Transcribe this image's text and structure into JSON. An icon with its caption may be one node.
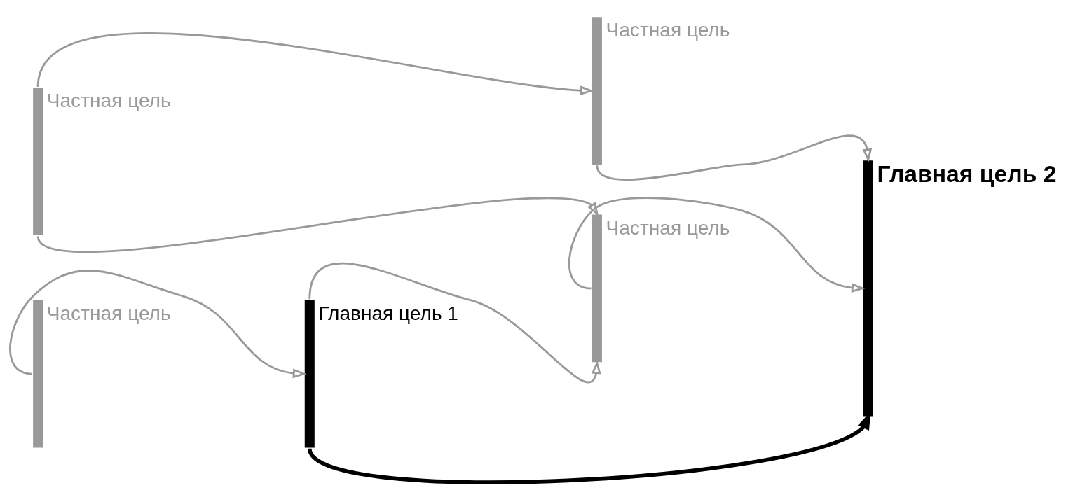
{
  "diagram": {
    "nodes": [
      {
        "text": [
          "Частная цель"
        ]
      },
      {
        "text": [
          "Частная цель"
        ]
      },
      {
        "text": [
          "Главная цель 2"
        ]
      },
      {
        "text": [
          "Частная цель"
        ]
      },
      {
        "text": [
          "Главная цель 1"
        ]
      },
      {
        "text": [
          "Частная цель"
        ]
      }
    ],
    "edges": [
      {
        "from": 0,
        "to": 1,
        "arrow": "to"
      },
      {
        "from": 0,
        "to": 3,
        "arrow": "to"
      },
      {
        "from": 1,
        "to": 2,
        "arrow": "to"
      },
      {
        "from": 3,
        "to": 2,
        "arrow": "to"
      },
      {
        "from": 4,
        "to": 3,
        "arrow": "to"
      },
      {
        "from": 5,
        "to": 4,
        "arrow": "to"
      },
      {
        "from": 4,
        "to": 2,
        "arrow": "to",
        "style": "thick",
        "color": "#000000"
      }
    ]
  }
}
